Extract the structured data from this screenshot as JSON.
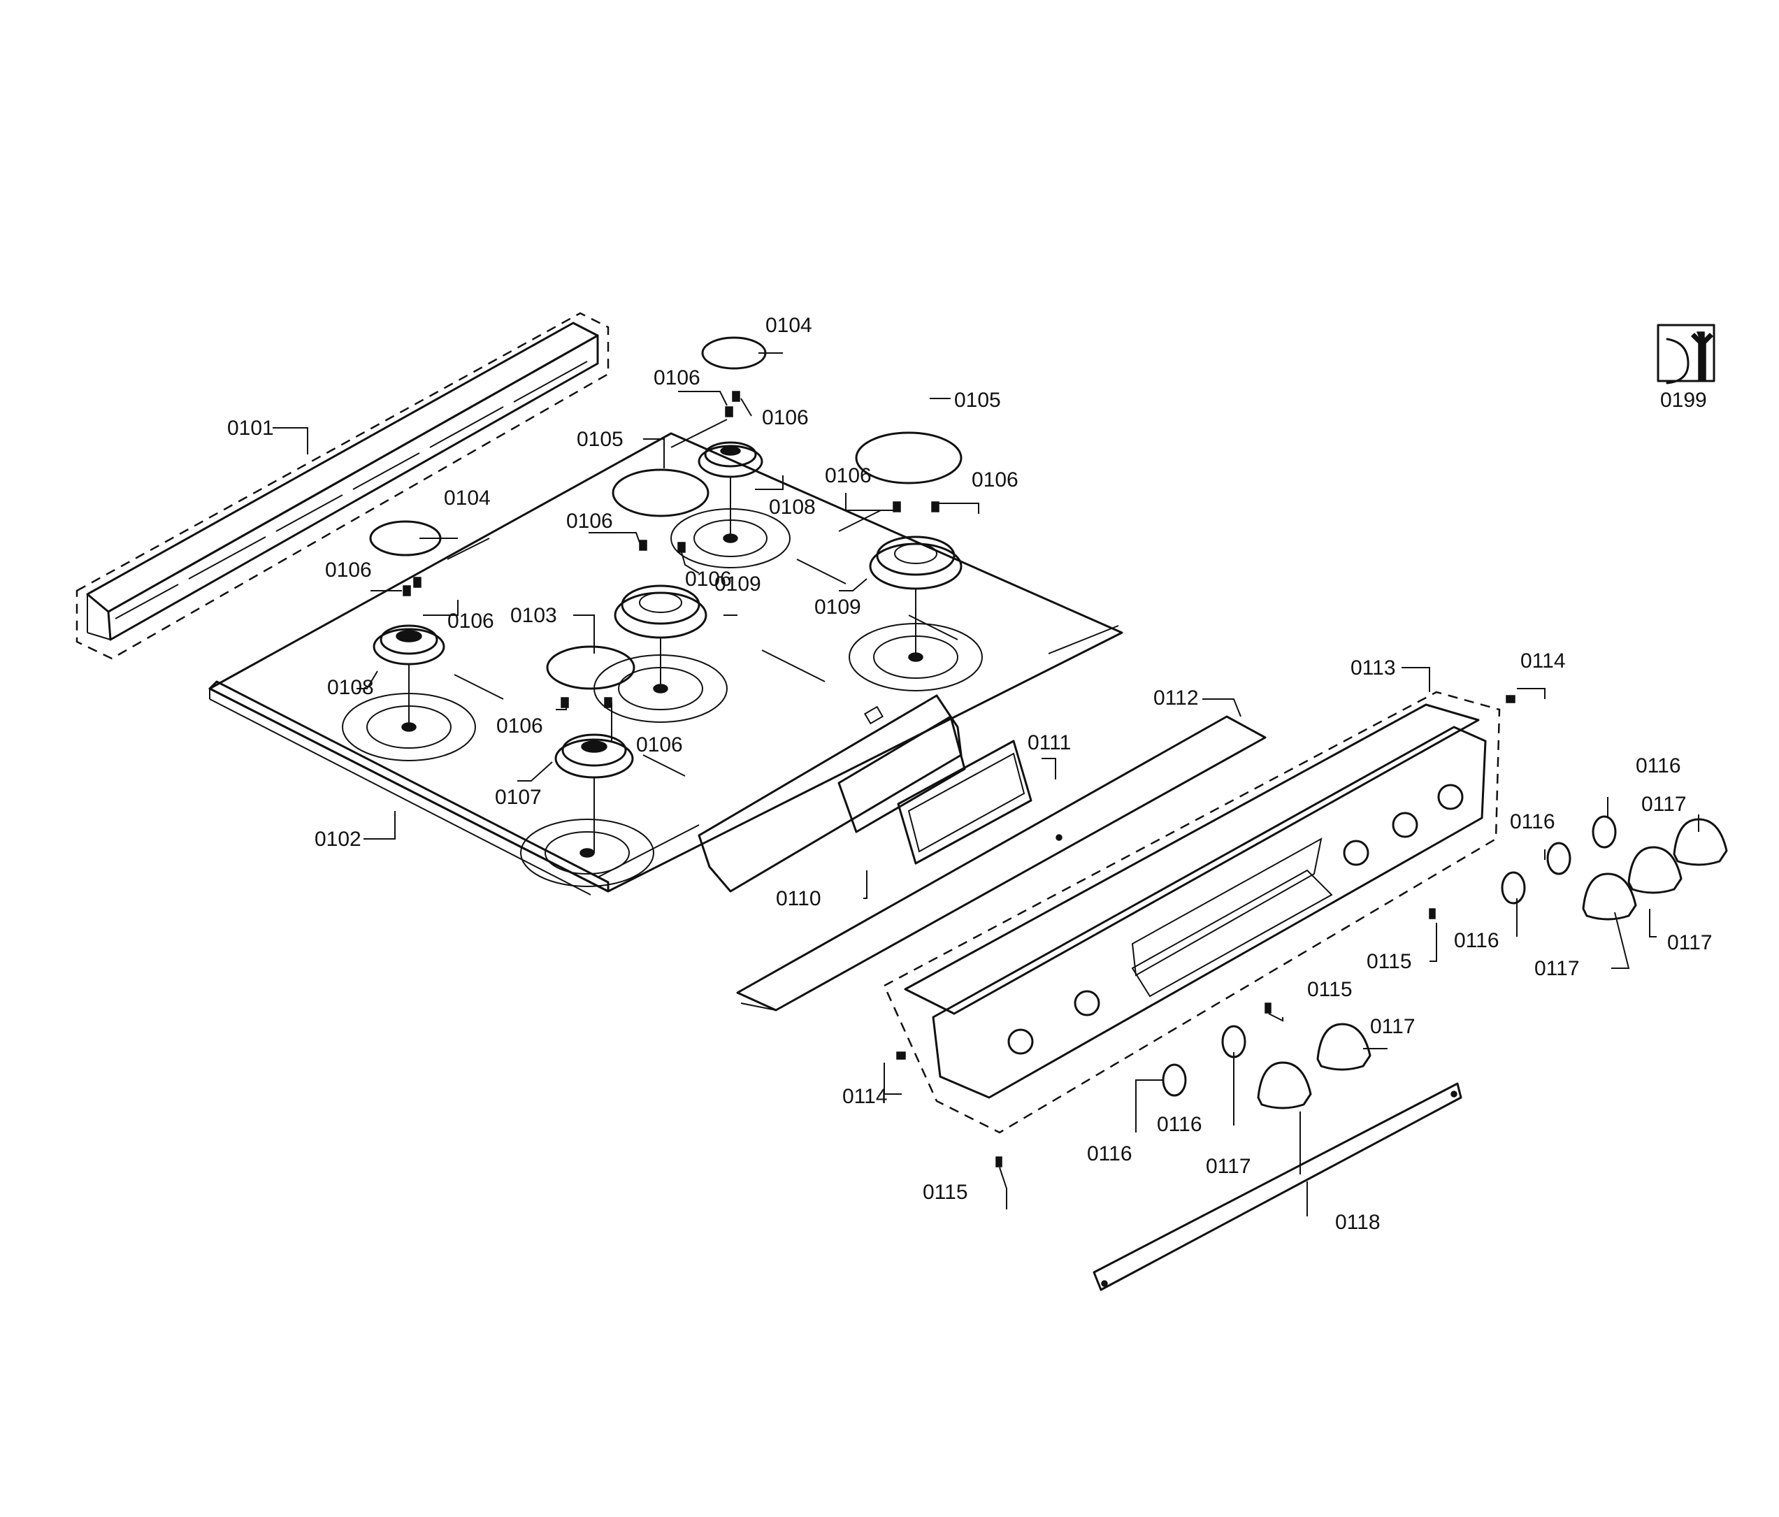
{
  "callouts": {
    "c0101": "0101",
    "c0102": "0102",
    "c0103": "0103",
    "c0104a": "0104",
    "c0104b": "0104",
    "c0105a": "0105",
    "c0105b": "0105",
    "c0106a": "0106",
    "c0106b": "0106",
    "c0106c": "0106",
    "c0106d": "0106",
    "c0106e": "0106",
    "c0106f": "0106",
    "c0106g": "0106",
    "c0106h": "0106",
    "c0106i": "0106",
    "c0106j": "0106",
    "c0107": "0107",
    "c0108a": "0108",
    "c0108b": "0108",
    "c0109a": "0109",
    "c0109b": "0109",
    "c0110": "0110",
    "c0111": "0111",
    "c0112": "0112",
    "c0113": "0113",
    "c0114a": "0114",
    "c0114b": "0114",
    "c0115a": "0115",
    "c0115b": "0115",
    "c0115c": "0115",
    "c0116a": "0116",
    "c0116b": "0116",
    "c0116c": "0116",
    "c0116d": "0116",
    "c0116e": "0116",
    "c0117a": "0117",
    "c0117b": "0117",
    "c0117c": "0117",
    "c0117d": "0117",
    "c0117e": "0117",
    "c0118": "0118",
    "c0199": "0199"
  }
}
